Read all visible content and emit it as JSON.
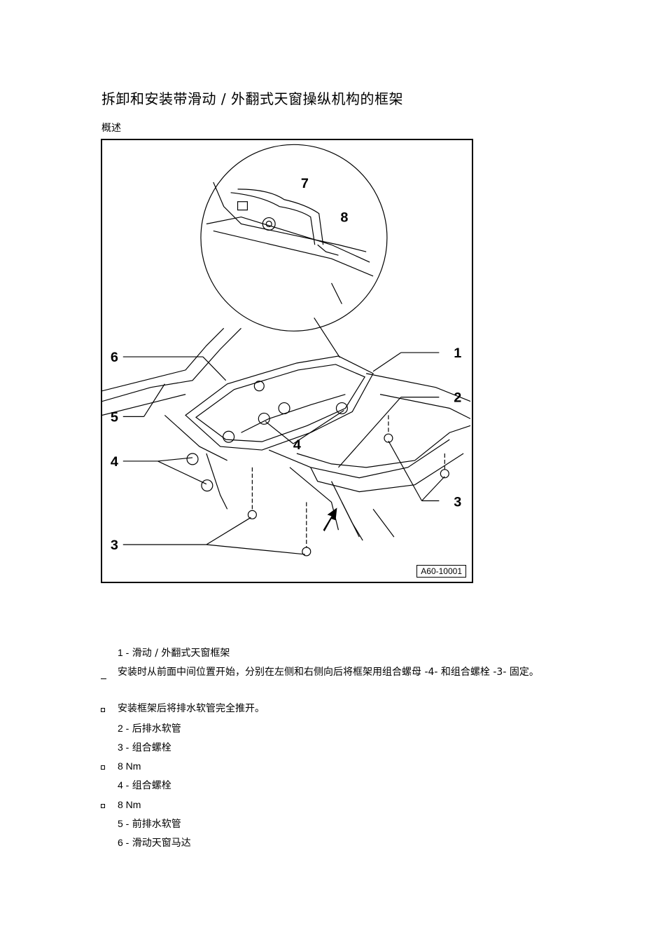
{
  "title": "拆卸和安装带滑动 /   外翻式天窗操纵机构的框架",
  "subtitle": "概述",
  "figure": {
    "id_label": "A60-10001",
    "callouts": [
      "7",
      "8",
      "6",
      "1",
      "2",
      "5",
      "4",
      "4",
      "3",
      "3"
    ]
  },
  "legend": [
    {
      "type": "item",
      "number": "1 -",
      "text": "滑动 /   外翻式天窗框架"
    },
    {
      "type": "dash",
      "text": "安装时从前面中间位置开始，分别在左侧和右侧向后将框架用组合螺母 -4-   和组合螺栓 -3-   固定。"
    },
    {
      "type": "bullet",
      "text": "安装框架后将排水软管完全推开。"
    },
    {
      "type": "item",
      "number": "2 -",
      "text": "后排水软管"
    },
    {
      "type": "item",
      "number": "3 -",
      "text": "组合螺栓"
    },
    {
      "type": "bullet",
      "text": "8 Nm"
    },
    {
      "type": "item",
      "number": "4 -",
      "text": "组合螺栓"
    },
    {
      "type": "bullet",
      "text": "8 Nm"
    },
    {
      "type": "item",
      "number": "5 -",
      "text": "前排水软管"
    },
    {
      "type": "item",
      "number": "6 -",
      "text": "滑动天窗马达"
    }
  ]
}
